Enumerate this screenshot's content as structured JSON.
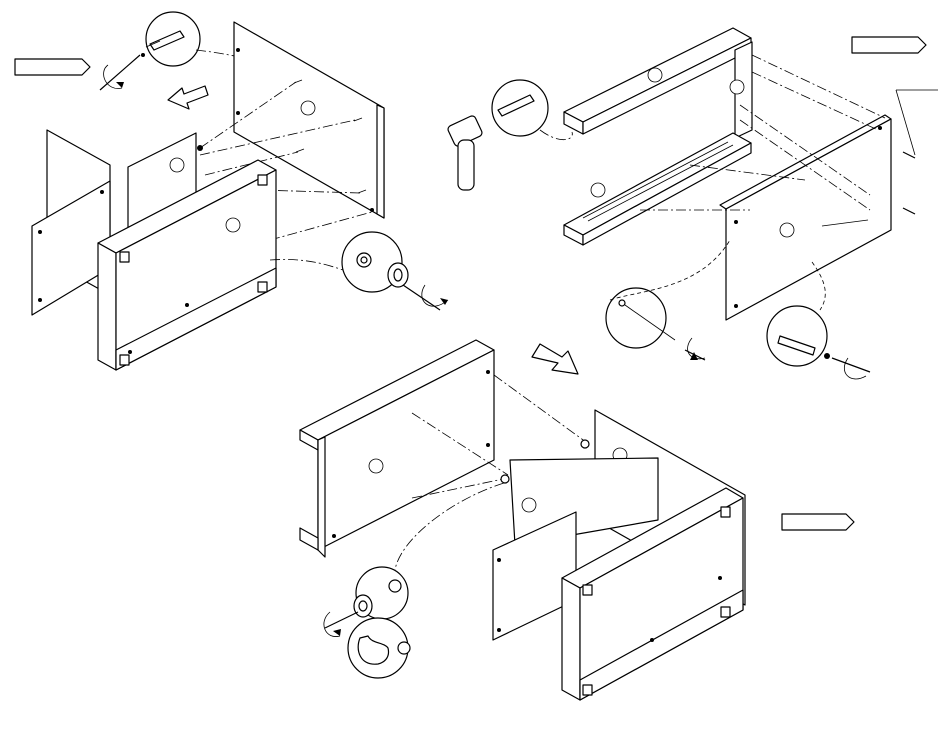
{
  "figure": {
    "steps": [
      "step-1",
      "step-2",
      "step-3"
    ],
    "arrows": [
      "tag-arrow-left",
      "tag-arrow-right-top",
      "tag-arrow-right-bottom"
    ],
    "motion_arrows": [
      "slide-arrow-left",
      "slide-arrow-down"
    ],
    "tools": [
      "screwdriver-icon",
      "hammer-icon",
      "cam-lock-icon",
      "dowel-icon",
      "hand-icon"
    ]
  }
}
